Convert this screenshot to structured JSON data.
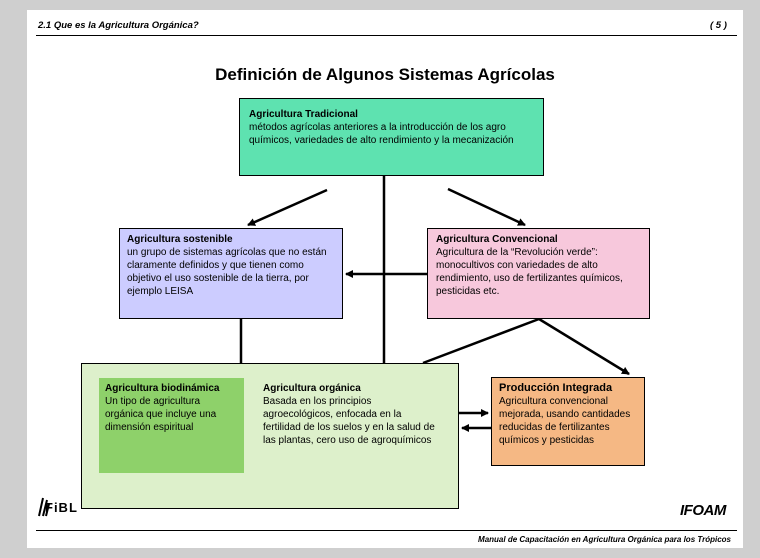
{
  "header": {
    "section": "2.1 Que es la Agricultura Orgánica?",
    "page": "( 5 )"
  },
  "title": "Definición de Algunos Sistemas Agrícolas",
  "boxes": {
    "tradicional": {
      "title": "Agricultura Tradicional",
      "text": "métodos agrícolas anteriores a la introducción de los agro químicos, variedades de alto rendimiento y la mecanización",
      "color": "#5ee2b0"
    },
    "sostenible": {
      "title": "Agricultura sostenible",
      "text": "un grupo de sistemas agrícolas que no están claramente definidos y que tienen como objetivo el uso sostenible de la tierra, por ejemplo LEISA",
      "color": "#ccccff"
    },
    "convencional": {
      "title": "Agricultura Convencional",
      "text": "Agricultura de la “Revolución verde”: monocultivos con variedades de alto rendimiento, uso de fertilizantes químicos, pesticidas etc.",
      "color": "#f7c8dc"
    },
    "biodinamica": {
      "title": "Agricultura biodinámica",
      "text": "Un tipo de agricultura orgánica que incluye una dimensión espiritual",
      "color": "#8ed16a"
    },
    "organica": {
      "title": "Agricultura orgánica",
      "text": "Basada en los principios agroecológicos, enfocada en la fertilidad de los suelos y en la salud de las plantas, cero uso de agroquímicos",
      "color": "#ddf0cb"
    },
    "integrada": {
      "title": "Producción Integrada",
      "text": "Agricultura convencional mejorada, usando cantidades reducidas de fertilizantes químicos y pesticidas",
      "color": "#f5b884"
    }
  },
  "footer": {
    "text": "Manual de Capacitación en Agricultura Orgánica para los Trópicos",
    "logo_left": "FiBL",
    "logo_right": "IFOAM"
  }
}
